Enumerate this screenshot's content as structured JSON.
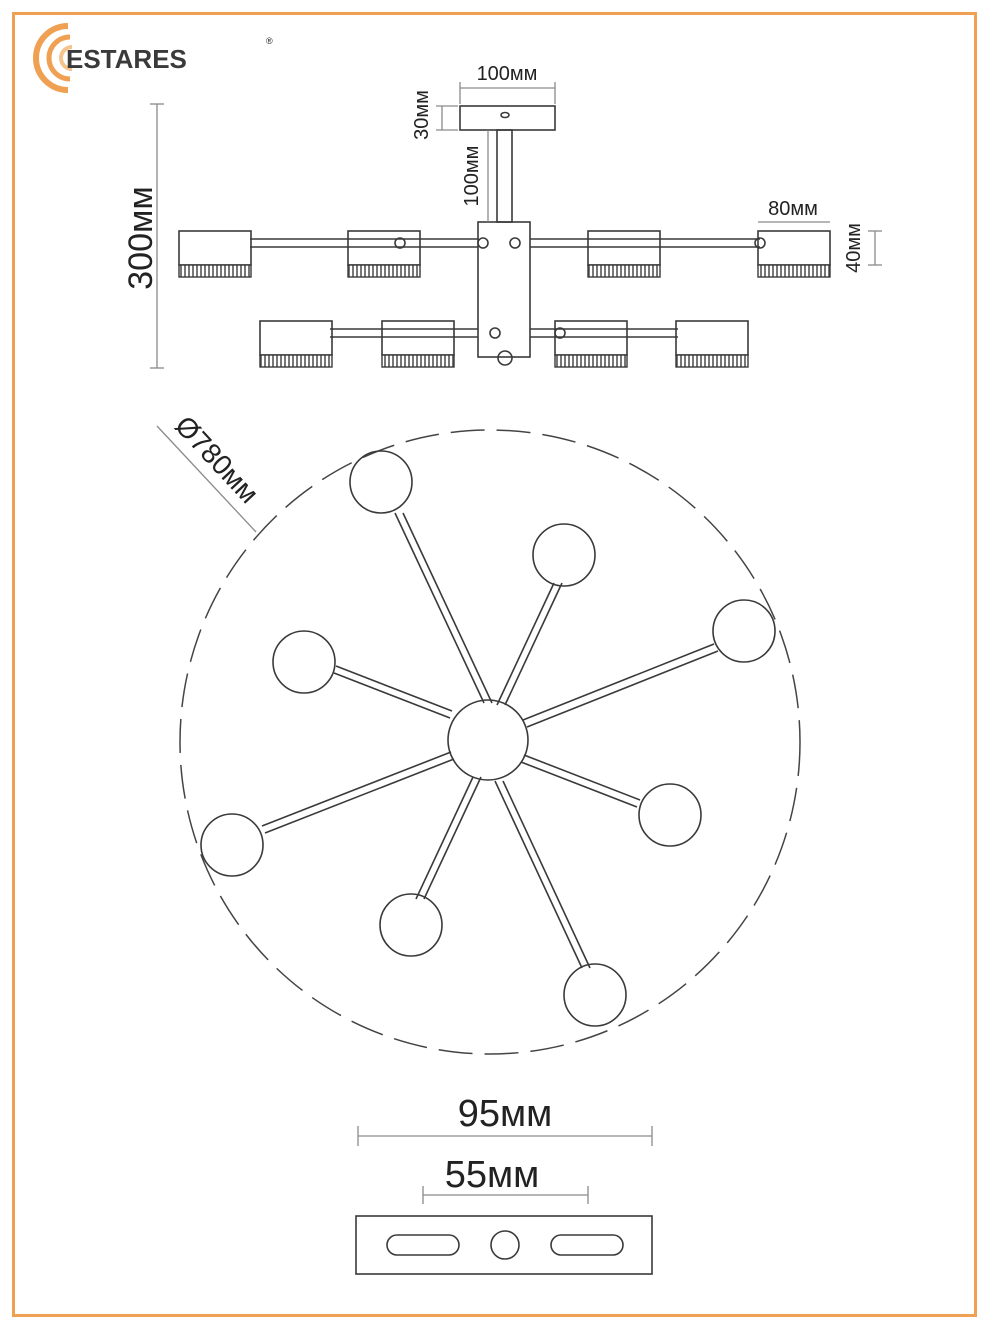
{
  "brand": {
    "logo_text": "ESTARES",
    "registered_mark": "®",
    "accent_color": "#f0a052",
    "accent_color_secondary": "#f5c38c"
  },
  "side_view": {
    "canopy_width_label": "100мм",
    "canopy_height_label": "30мм",
    "rod_length_label": "100мм",
    "total_height_label": "300мм",
    "shade_width_label": "80мм",
    "shade_height_label": "40мм"
  },
  "top_view": {
    "diameter_label": "Ø780мм",
    "arms_count": 8
  },
  "mount_plate": {
    "width_label": "95мм",
    "hole_spacing_label": "55мм"
  },
  "colors": {
    "line": "#3a3a3a",
    "dimension_line": "#8a8a8a",
    "frame": "#f0a052"
  }
}
